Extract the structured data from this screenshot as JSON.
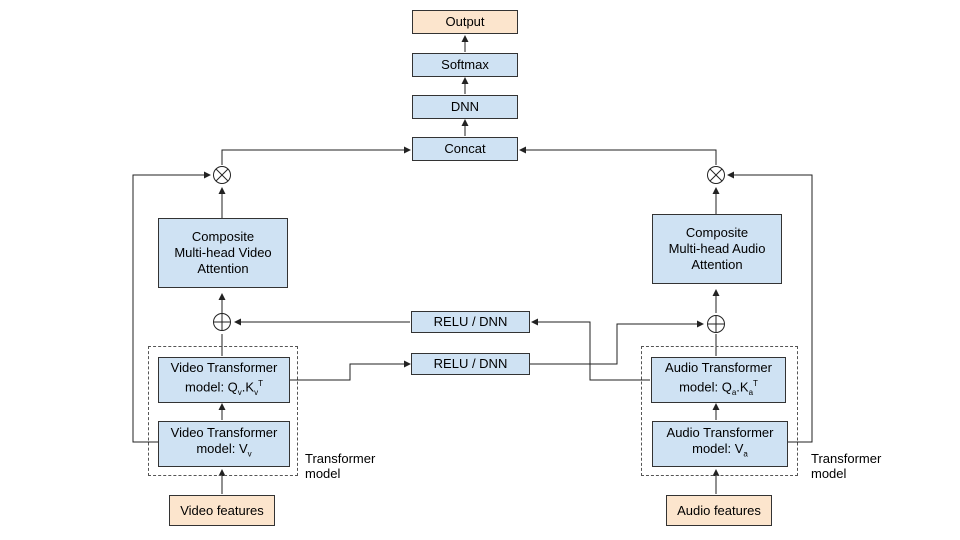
{
  "nodes": {
    "output": "Output",
    "softmax": "Softmax",
    "dnn": "DNN",
    "concat": "Concat",
    "video_attention": [
      "Composite",
      "Multi-head Video",
      "Attention"
    ],
    "audio_attention": [
      "Composite",
      "Multi-head Audio",
      "Attention"
    ],
    "relu_top": "RELU / DNN",
    "relu_bottom": "RELU / DNN",
    "video_qk": {
      "line1": "Video Transformer",
      "line2": "model: Q",
      "sub1": "v",
      "mid": ".K",
      "sub2": "v",
      "sup": "T"
    },
    "video_v": {
      "line1": "Video Transformer",
      "line2": "model: V",
      "sub": "v"
    },
    "audio_qk": {
      "line1": "Audio Transformer",
      "line2": "model: Q",
      "sub1": "a",
      "mid": ".K",
      "sub2": "a",
      "sup": "T"
    },
    "audio_v": {
      "line1": "Audio Transformer",
      "line2": "model: V",
      "sub": "a"
    },
    "video_features": "Video features",
    "audio_features": "Audio features"
  },
  "group_labels": {
    "left": [
      "Transformer",
      "model"
    ],
    "right": [
      "Transformer",
      "model"
    ]
  },
  "colors": {
    "box_blue": "#cfe2f3",
    "box_orange": "#fce5cd",
    "line": "#222222"
  }
}
